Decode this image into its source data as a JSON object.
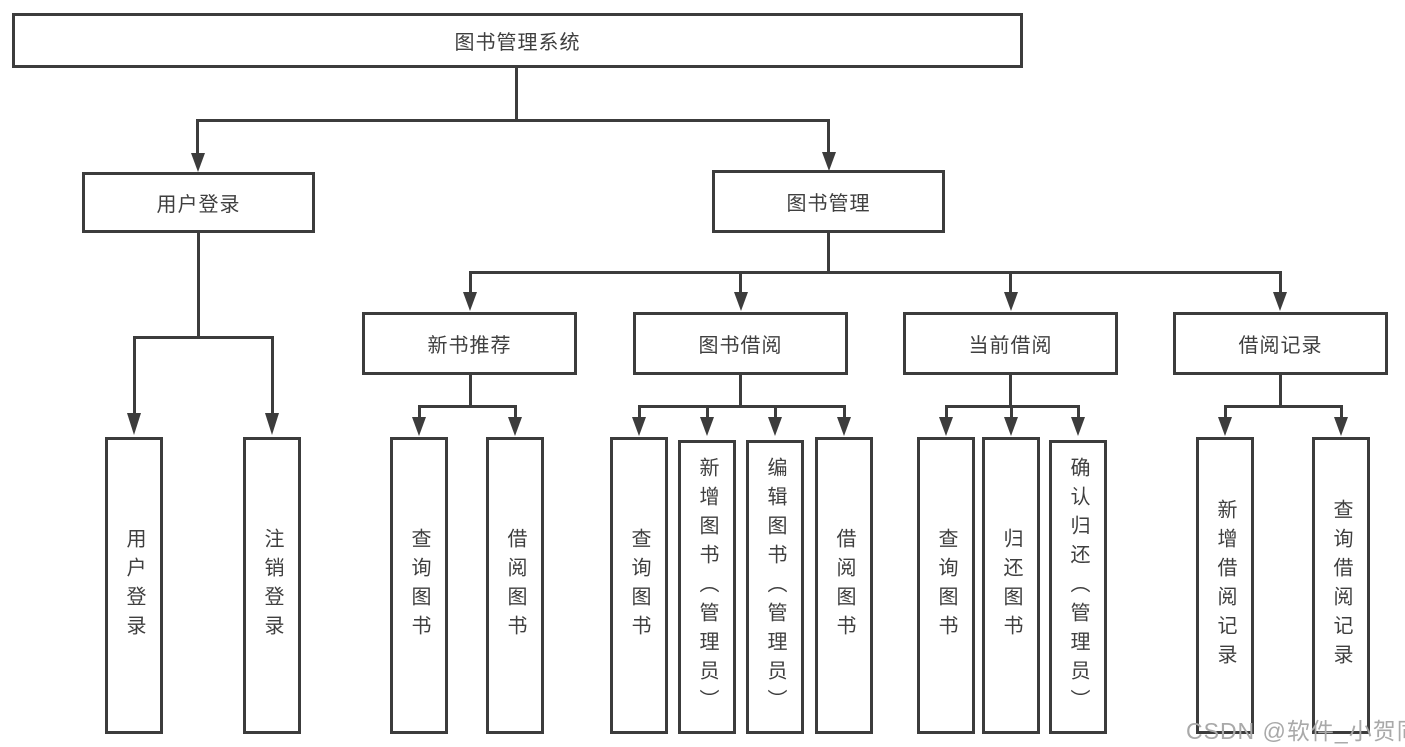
{
  "tree": {
    "root": "图书管理系统",
    "branches": [
      {
        "label": "用户登录",
        "children": [
          "用户登录",
          "注销登录"
        ]
      },
      {
        "label": "图书管理",
        "groups": [
          {
            "label": "新书推荐",
            "children": [
              "查询图书",
              "借阅图书"
            ]
          },
          {
            "label": "图书借阅",
            "children": [
              "查询图书",
              "新增图书（管理员）",
              "编辑图书（管理员）",
              "借阅图书"
            ]
          },
          {
            "label": "当前借阅",
            "children": [
              "查询图书",
              "归还图书",
              "确认归还（管理员）"
            ]
          },
          {
            "label": "借阅记录",
            "children": [
              "新增借阅记录",
              "查询借阅记录"
            ]
          }
        ]
      }
    ]
  },
  "watermark": {
    "text": "CSDN @软件_小贺同学"
  },
  "colors": {
    "line": "#3c3c3c",
    "text": "#3f3f3f",
    "background": "#ffffff",
    "watermark": "#a9a9a9"
  }
}
